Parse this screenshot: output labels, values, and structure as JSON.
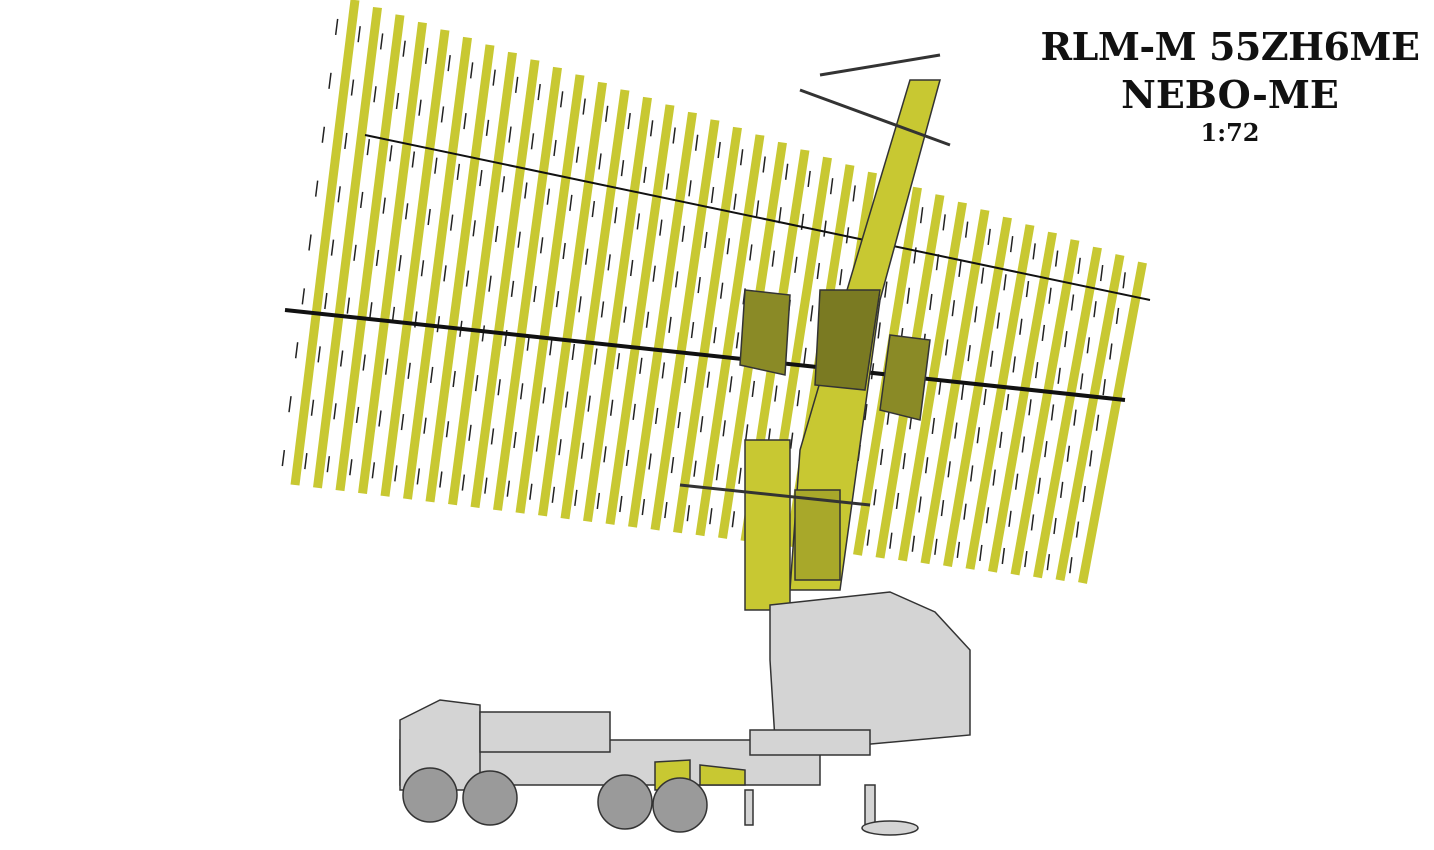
{
  "title": {
    "line1": "RLM-M 55ZH6ME",
    "line2": "NEBO-ME",
    "scale": "1:72"
  },
  "colors": {
    "antenna_yellow": "#c8c832",
    "antenna_dark": "#6e6e1e",
    "vehicle_gray": "#d4d4d4",
    "outline": "#222222"
  }
}
